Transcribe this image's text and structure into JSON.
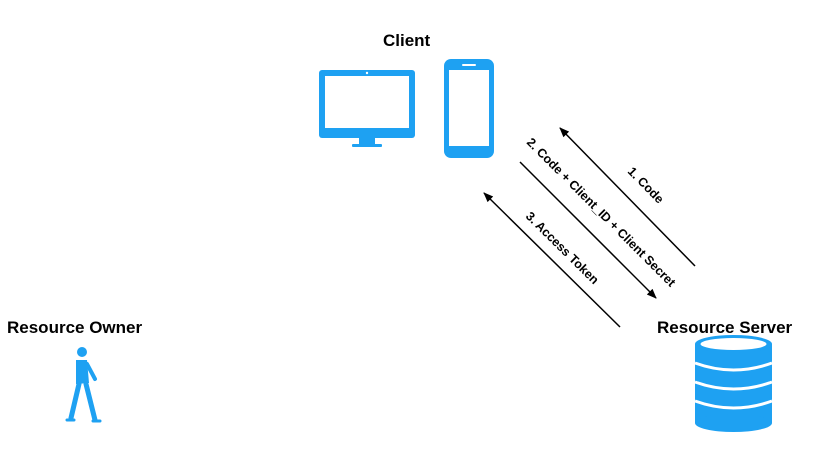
{
  "diagram": {
    "nodes": {
      "client": {
        "label": "Client",
        "icons": [
          "desktop-monitor-icon",
          "smartphone-icon"
        ]
      },
      "resource_owner": {
        "label": "Resource Owner",
        "icon": "walking-person-icon"
      },
      "resource_server": {
        "label": "Resource Server",
        "icon": "database-icon"
      }
    },
    "flows": [
      {
        "label": "1. Code",
        "from": "Resource Server",
        "to": "Client"
      },
      {
        "label": "2. Code + Client_ID + Client Secret",
        "from": "Client",
        "to": "Resource Server"
      },
      {
        "label": "3. Access Token",
        "from": "Resource Server",
        "to": "Client"
      }
    ],
    "colors": {
      "icon": "#1EA1F2",
      "arrow": "#000000",
      "text": "#000000"
    }
  }
}
